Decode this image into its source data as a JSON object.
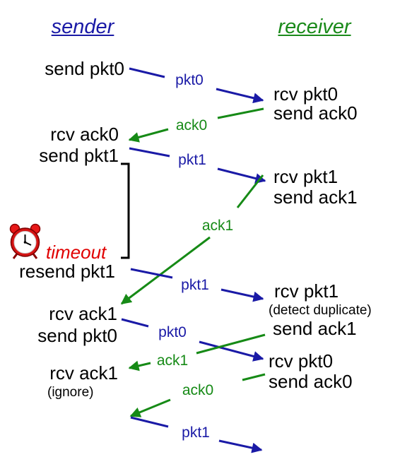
{
  "headers": {
    "sender": "sender",
    "receiver": "receiver"
  },
  "colors": {
    "sender_header": "#1a1aa6",
    "receiver_header": "#1a8a1a",
    "pkt": "#1a1aa6",
    "ack": "#168a16",
    "timeout": "#e00000",
    "bracket": "#000000"
  },
  "sender": {
    "s1": "send pkt0",
    "s2": "rcv ack0",
    "s3": "send pkt1",
    "timeout": "timeout",
    "s4": "resend pkt1",
    "s5": "rcv ack1",
    "s6": "send pkt0",
    "s7": "rcv ack1",
    "s7_note": "(ignore)"
  },
  "receiver": {
    "r1": "rcv pkt0",
    "r2": "send ack0",
    "r3": "rcv pkt1",
    "r4": "send ack1",
    "r5": "rcv pkt1",
    "r5_note": "(detect duplicate)",
    "r6": "send ack1",
    "r7": "rcv pkt0",
    "r8": "send ack0"
  },
  "messages": {
    "m1": "pkt0",
    "m2": "ack0",
    "m3": "pkt1",
    "m4": "ack1",
    "m5": "pkt1",
    "m6": "pkt0",
    "m7": "ack1",
    "m8": "ack0",
    "m9": "pkt1"
  },
  "icons": {
    "timeout": "alarm-clock-icon"
  }
}
